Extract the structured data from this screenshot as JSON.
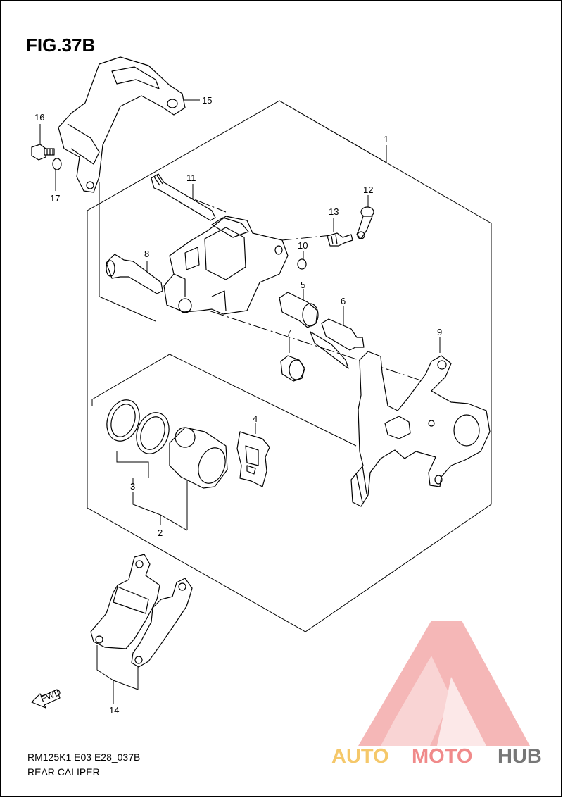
{
  "figure": {
    "title": "FIG.37B",
    "model_code": "RM125K1 E03 E28_037B",
    "name": "REAR CALIPER"
  },
  "callouts": [
    "1",
    "2",
    "3",
    "4",
    "5",
    "6",
    "7",
    "8",
    "9",
    "10",
    "11",
    "12",
    "13",
    "14",
    "15",
    "16",
    "17"
  ],
  "direction_marker": "FWD",
  "watermark": {
    "part1": "AUTO",
    "part2": "MOTO",
    "part3": "HUB",
    "colors": {
      "light": "#f5c86a",
      "pink": "#f08a8a",
      "dark": "#777777"
    }
  }
}
